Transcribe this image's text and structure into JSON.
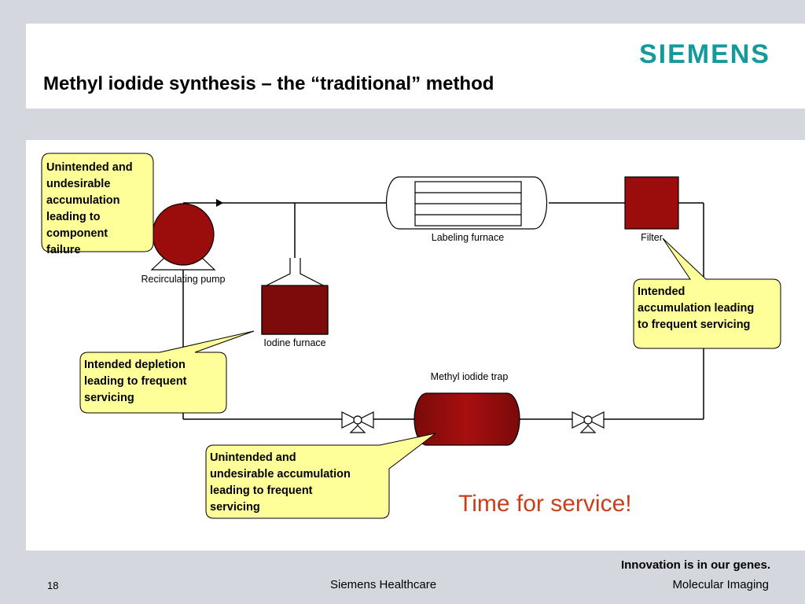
{
  "header": {
    "logo": "SIEMENS",
    "title": "Methyl iodide synthesis – the “traditional” method"
  },
  "diagram": {
    "labels": {
      "labeling_furnace": "Labeling furnace",
      "filter": "Filter",
      "recirculating_pump": "Recirculating pump",
      "iodine_furnace": "Iodine furnace",
      "methyl_iodide_trap": "Methyl iodide trap"
    },
    "callouts": {
      "pump": [
        "Unintended and",
        "undesirable",
        "accumulation",
        "leading to",
        "component",
        "failure"
      ],
      "filter": [
        "Intended",
        "accumulation leading",
        "to frequent servicing"
      ],
      "iodine": [
        "Intended depletion",
        "leading to frequent",
        "servicing"
      ],
      "trap": [
        "Unintended and",
        "undesirable accumulation",
        "leading to frequent",
        "servicing"
      ]
    },
    "service_message": "Time for service!"
  },
  "footer": {
    "tagline": "Innovation is in our genes.",
    "page_number": "18",
    "company": "Siemens Healthcare",
    "division": "Molecular Imaging"
  },
  "colors": {
    "brand": "#159a9c",
    "component": "#9b0d0d",
    "callout_fill": "#ffff99",
    "service_text": "#c8401a"
  }
}
